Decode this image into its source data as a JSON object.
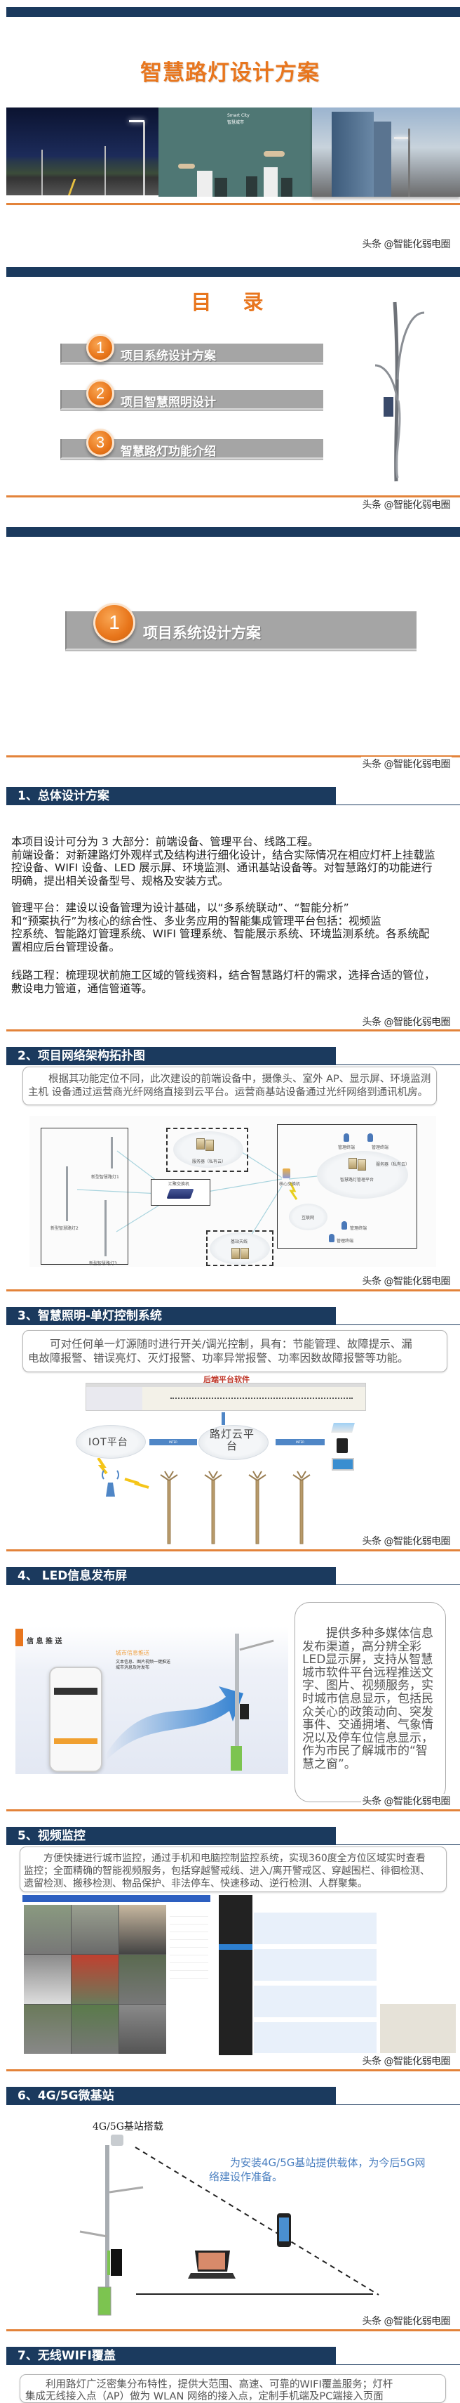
{
  "watermark": "头条 @智能化弱电圈",
  "colors": {
    "navy": "#1b3a5e",
    "orange": "#e8761e",
    "gray_bar": "#a5a5a5",
    "blue_text": "#4a7fc0"
  },
  "cover": {
    "title": "智慧路灯设计方案",
    "smart_city_label": "Smart City",
    "smart_city_cn": "智慧城市"
  },
  "toc": {
    "title": "目　录",
    "items": [
      {
        "num": "1",
        "label": "项目系统设计方案"
      },
      {
        "num": "2",
        "label": "项目智慧照明设计"
      },
      {
        "num": "3",
        "label": "智慧路灯功能介绍"
      }
    ]
  },
  "divider": {
    "num": "1",
    "label": "项目系统设计方案"
  },
  "s1": {
    "title": "1、总体设计方案",
    "lines_a": [
      "本项目设计可分为 3 大部分：前端设备、管理平台、线路工程。",
      "前端设备：对新建路灯外观样式及结构进行细化设计，结合实际情况在相应灯杆上挂载监",
      "控设备、WIFI 设备、LED 展示屏、环境监测、通讯基站设备等。对智慧路灯的功能进行",
      "明确，提出相关设备型号、规格及安装方式。"
    ],
    "lines_b": [
      "管理平台：建设以设备管理为设计基础，以“多系统联动”、“智能分析”",
      "和“预案执行”为核心的综合性、多业务应用的智能集成管理平台包括：视频监",
      "控系统、智能路灯管理系统、WIFI 管理系统、智能展示系统、环境监测系统。各系统配",
      "置相应后台管理设备。"
    ],
    "lines_c": [
      "线路工程：梳理现状前施工区域的管线资料，结合智慧路灯杆的需求，选择合适的管位，",
      "敷设电力管道，通信管道等。"
    ]
  },
  "s2": {
    "title": "2、项目网络架构拓扑图",
    "lines": [
      "　　根据其功能定位不同，此次建设的前端设备中，摄像头、室外 AP、显示屏、环境监测",
      "主机 设备通过运营商光纤网络直接到云平台。运营商基站设备通过光纤网络到通讯机房。"
    ],
    "diagram": {
      "lamp1": "新型智慧路灯1",
      "lamp2": "新型智慧路灯2",
      "lamp3": "新型智慧路灯3",
      "agg_switch": "汇聚交换机",
      "core_switch": "核心交换机",
      "server_private": "服务器（私有云）",
      "server_private2": "服务器（私有云）",
      "platform": "智慧路灯管理平台",
      "internet": "互联网",
      "terminal": "管理终端",
      "base_station": "基站天线"
    }
  },
  "s3": {
    "title": "3、智慧照明-单灯控制系统",
    "lines": [
      "　　可对任何单一灯源随时进行开关/调光控制，具有：节能管理、故障提示、漏",
      "电故障报警、错误亮灯、灭灯报警、功率异常报警、功率因数故障报警等功能。"
    ],
    "backend_label": "后端平台软件",
    "iot": "IOT平台",
    "cloud": "路灯云平台",
    "inter": "INTER"
  },
  "s4": {
    "title": "4、 LED信息发布屏",
    "push_title": "信 息 推 送",
    "city_push": "城市信息推送",
    "push_desc1": "文本信息、图片视频一键推送",
    "push_desc2": "城市消息及时发布",
    "lines": [
      "　　提供多种多媒体信息",
      "发布渠道，高分辨全彩",
      "LED显示屏，支持从智慧",
      "城市软件平台远程推送文",
      "字、图片、视频服务，实",
      "时城市信息显示，包括民",
      "众关心的政策动向、突发",
      "事件、交通拥堵、气象情",
      "况以及停车位信息显示，",
      "作为市民了解城市的“智",
      "慧之窗”。"
    ]
  },
  "s5": {
    "title": "5、视频监控",
    "lines": [
      "　　方便快捷进行城市监控，通过手机和电脑控制监控系统，实现360度全方位区域实时查看",
      "监控；全面精确的智能视频服务，包括穿越警戒线、进入/离开警戒区、穿越围栏、徘徊检测、",
      "遗留检测、搬移检测、物品保护、非法停车、快速移动、逆行检测、人群聚集。"
    ]
  },
  "s6": {
    "title": "6、4G/5G微基站",
    "station_label": "4G/5G基站搭载",
    "lines": [
      "　　为安装4G/5G基站提供载体，为今后5G网",
      "络建设作准备。"
    ]
  },
  "s7": {
    "title": "7、无线WIFI覆盖",
    "lines": [
      "　　利用路灯广泛密集分布特性，提供大范围、高速、可靠的WIFI覆盖服务；灯杆",
      "集成无线接入点（AP）做为 WLAN 网络的接入点，定制手机端及PC端接入页面"
    ]
  }
}
